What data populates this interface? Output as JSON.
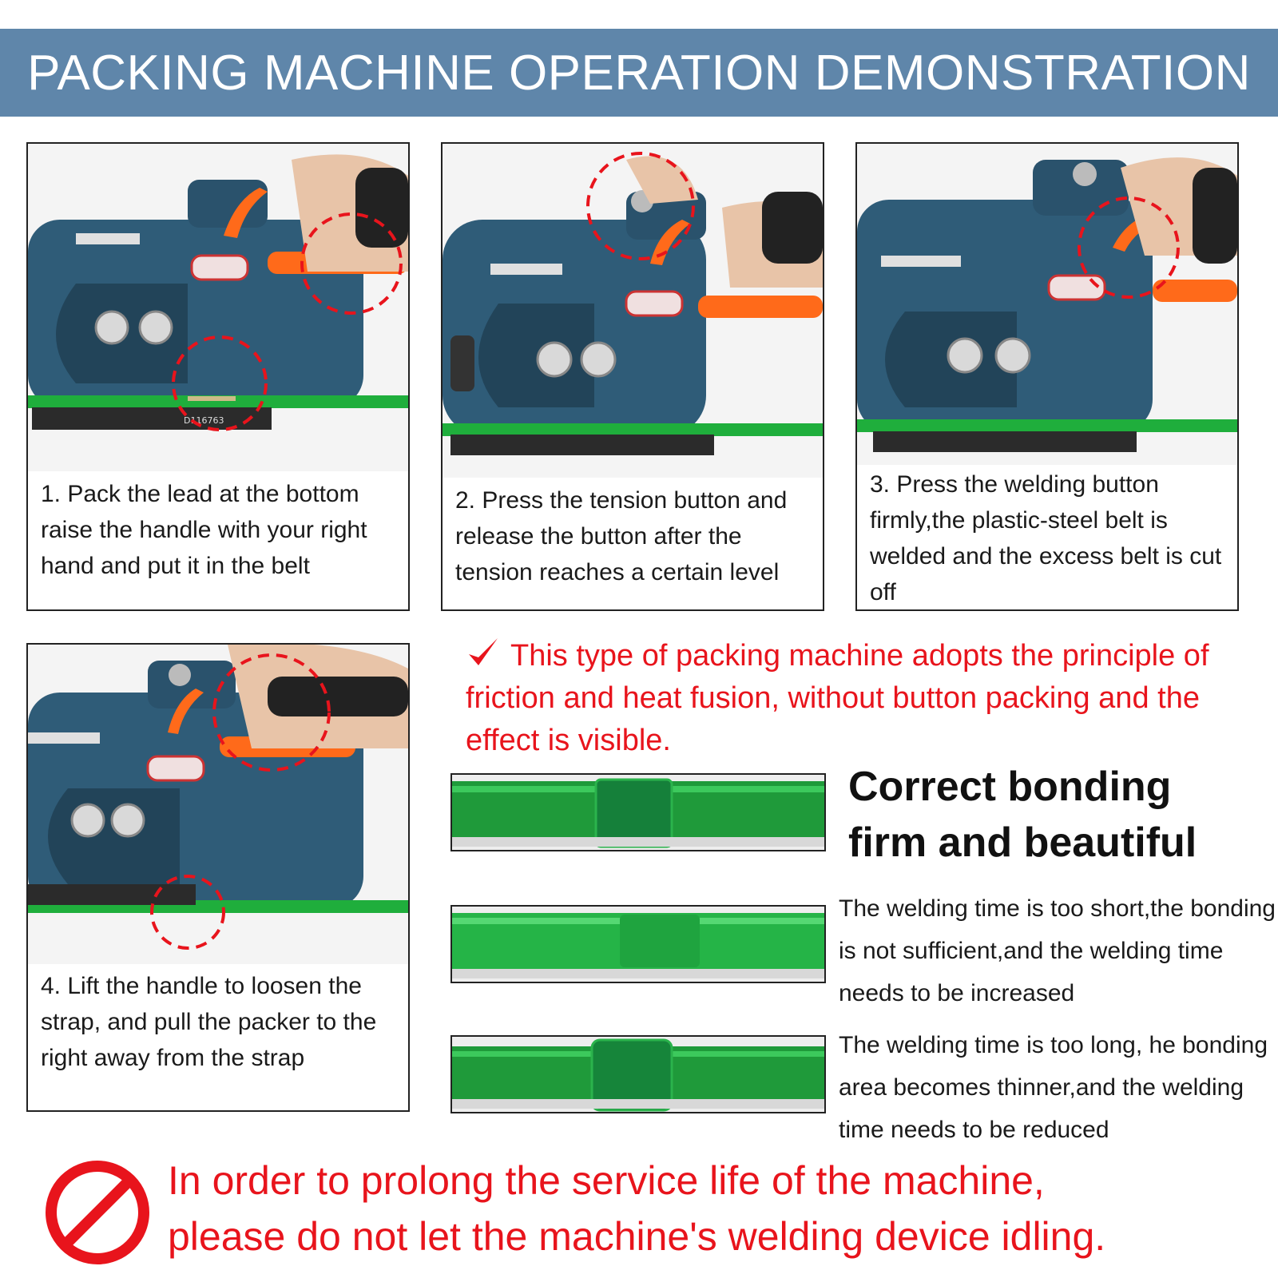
{
  "header": {
    "title": "PACKING MACHINE OPERATION DEMONSTRATION"
  },
  "steps": [
    {
      "text": "1. Pack the lead at the bottom raise the handle with your right hand and put it in the belt",
      "photo_icon": "strapping-machine-photo"
    },
    {
      "text": "2. Press the tension button and release the button after the tension reaches a certain level",
      "photo_icon": "strapping-machine-photo"
    },
    {
      "text": "3. Press the welding button firmly,the plastic-steel belt is welded and the excess belt is cut off",
      "photo_icon": "strapping-machine-photo"
    },
    {
      "text": "4. Lift the handle to loosen the strap, and pull the packer to the right away from the strap",
      "photo_icon": "strapping-machine-photo"
    }
  ],
  "machine_label": "D116763",
  "principle": {
    "icon": "check-mark-icon",
    "text": "This type of packing machine adopts the principle of friction and heat fusion, without button packing and the effect is visible."
  },
  "bonding": {
    "correct_title_line1": "Correct bonding",
    "correct_title_line2": "firm and beautiful",
    "too_short": "The welding time is too short,the bonding is not sufficient,and the welding time needs to be increased",
    "too_long": "The welding time is too long, he bonding area becomes thinner,and the welding time needs to be reduced"
  },
  "warning": {
    "icon": "prohibited-icon",
    "line1": "In order to prolong the service life of the machine,",
    "line2": "please do not let the machine's welding device idling."
  },
  "colors": {
    "banner": "#5f86aa",
    "accent_red": "#e8141c",
    "machine_blue": "#2f5c78",
    "handle_orange": "#ff6a1a",
    "strap_green": "#1fae3c"
  }
}
